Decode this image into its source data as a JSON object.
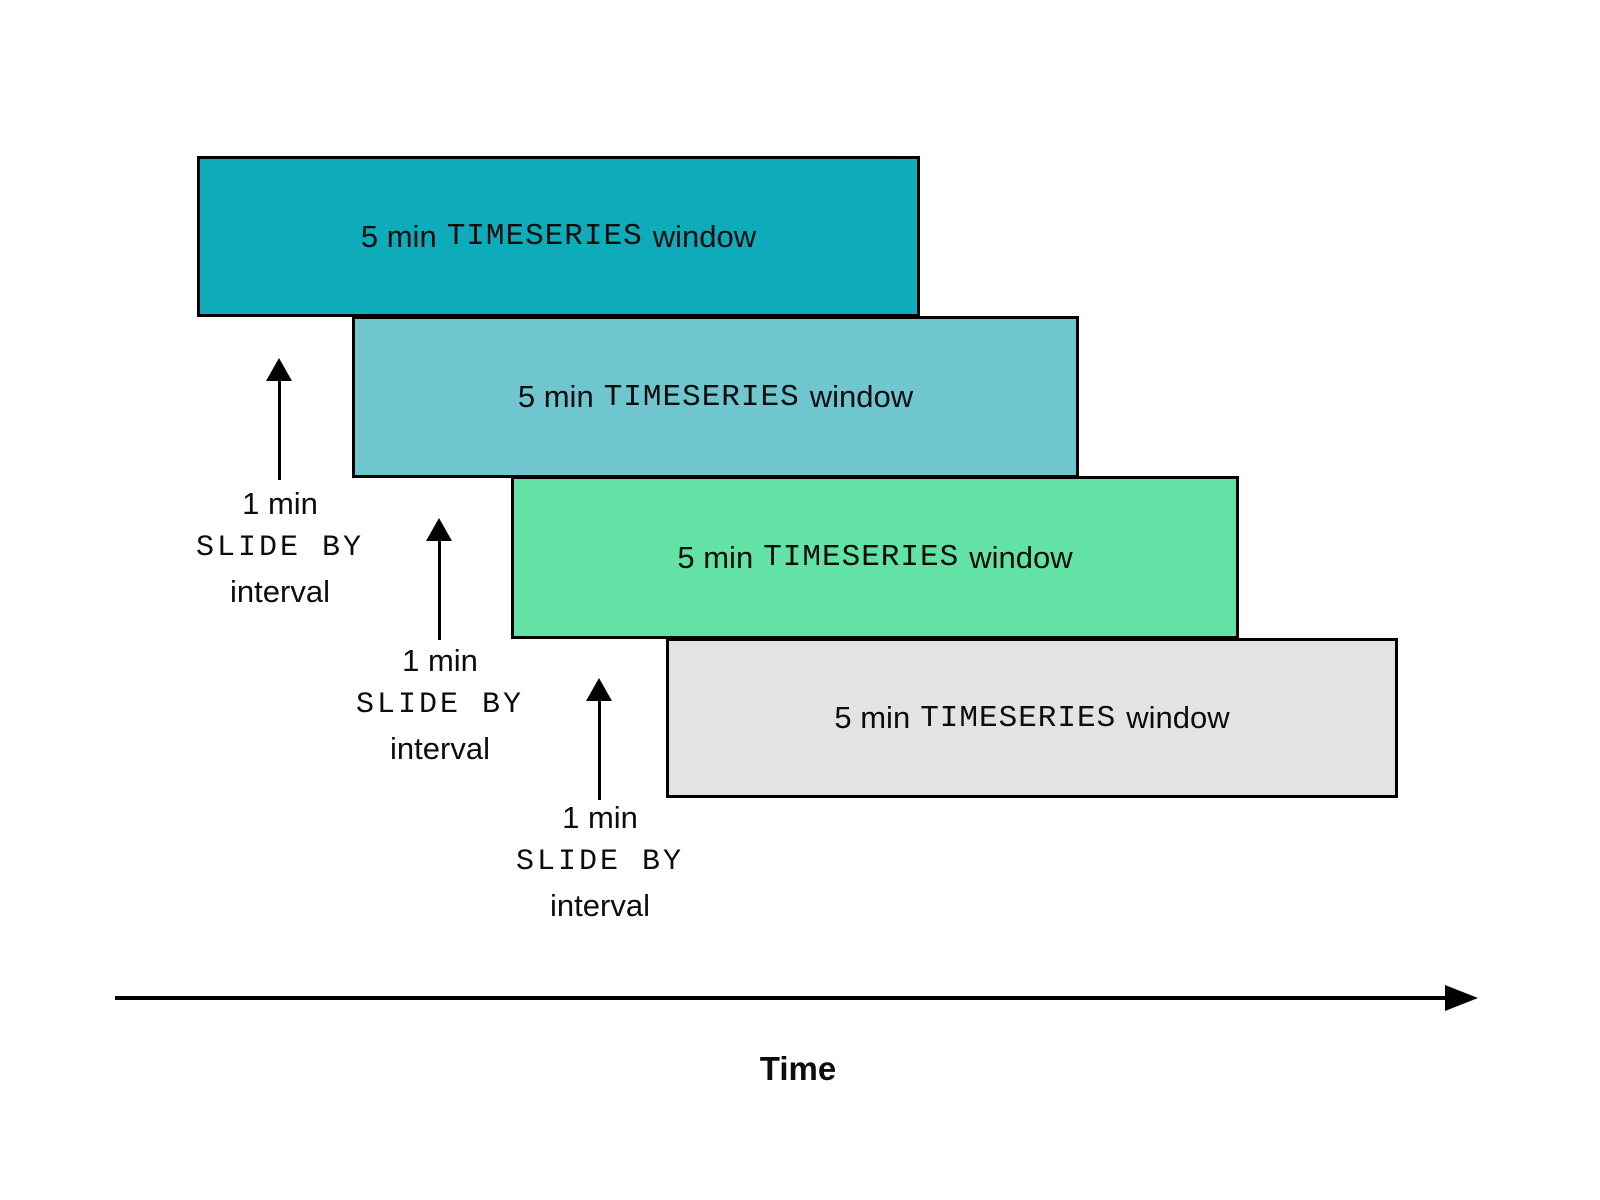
{
  "diagram": {
    "windows": [
      {
        "prefix": "5 min",
        "code": "TIMESERIES",
        "suffix": "window",
        "color": "#0eabbb"
      },
      {
        "prefix": "5 min",
        "code": "TIMESERIES",
        "suffix": "window",
        "color": "#70c6ce"
      },
      {
        "prefix": "5 min",
        "code": "TIMESERIES",
        "suffix": "window",
        "color": "#63e2a5"
      },
      {
        "prefix": "5 min",
        "code": "TIMESERIES",
        "suffix": "window",
        "color": "#e3e3e3"
      }
    ],
    "slide_labels": [
      {
        "duration": "1 min",
        "keyword": "SLIDE BY",
        "unit": "interval"
      },
      {
        "duration": "1 min",
        "keyword": "SLIDE BY",
        "unit": "interval"
      },
      {
        "duration": "1 min",
        "keyword": "SLIDE BY",
        "unit": "interval"
      }
    ],
    "axis": {
      "label": "Time"
    },
    "colors": {
      "border": "#000000",
      "arrow": "#000000",
      "text": "#0d0d0d"
    }
  }
}
